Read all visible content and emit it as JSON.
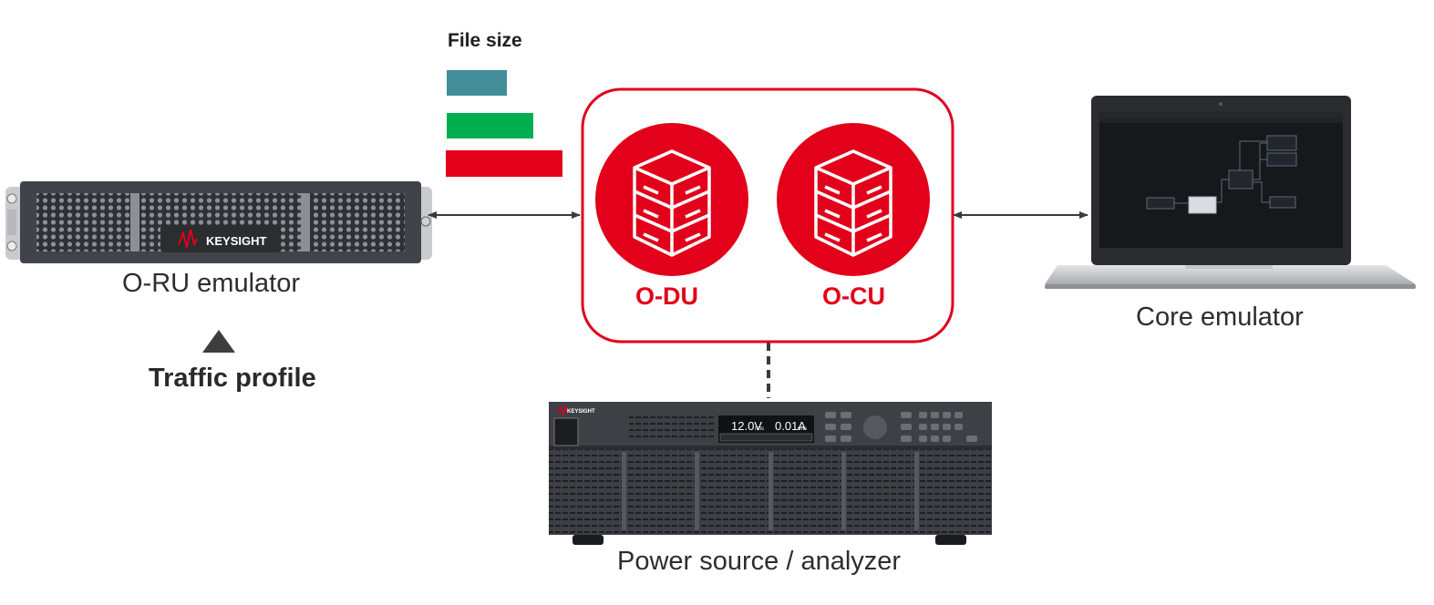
{
  "legend": {
    "title": "File size",
    "bars": [
      {
        "color": "#418e9a"
      },
      {
        "color": "#00b050"
      },
      {
        "color": "#e2001a"
      }
    ]
  },
  "devices": {
    "oru": {
      "label": "O-RU emulator",
      "brand": "KEYSIGHT"
    },
    "odu": {
      "label": "O-DU"
    },
    "ocu": {
      "label": "O-CU"
    },
    "core": {
      "label": "Core emulator"
    },
    "power": {
      "label": "Power source / analyzer",
      "brand": "KEYSIGHT",
      "voltage": "12.0V",
      "current": "0.01A",
      "voltage_unit": "rms",
      "current_unit": "rms"
    }
  },
  "traffic": {
    "label": "Traffic profile"
  },
  "colors": {
    "accent": "#e2001a",
    "dark": "#3a3d42",
    "arrow": "#3a3a3a"
  }
}
